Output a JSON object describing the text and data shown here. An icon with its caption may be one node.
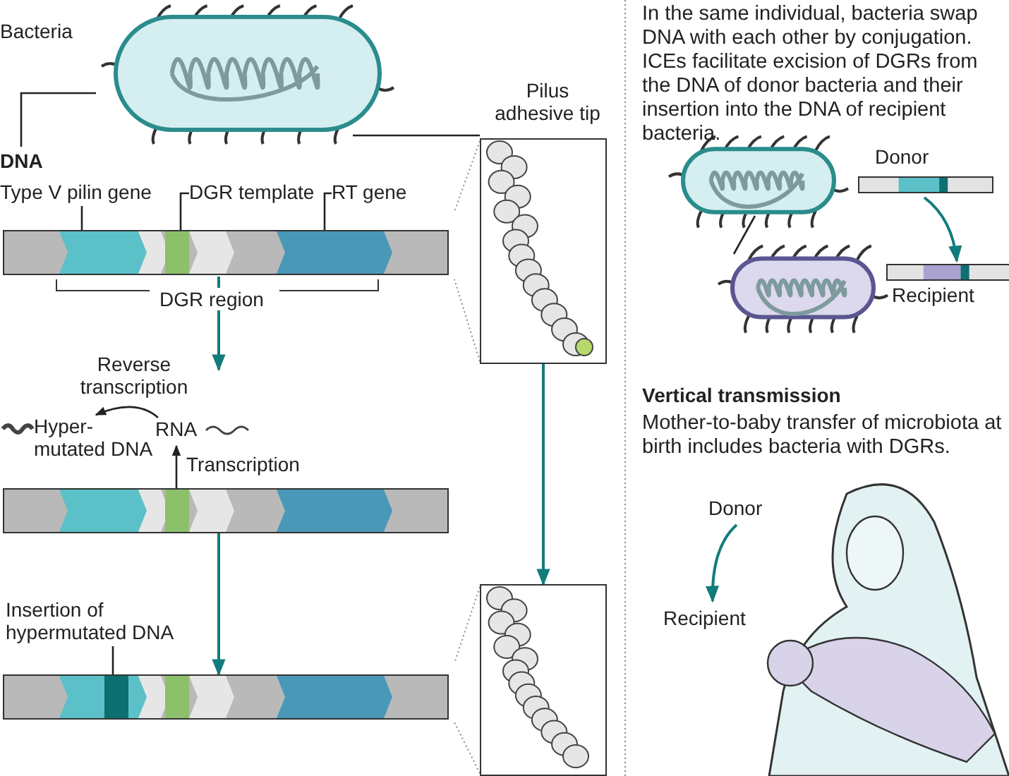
{
  "diagram": {
    "nodes": [
      {
        "text": [],
        "shape": "picture",
        "beside": [
          "Bacteria"
        ]
      },
      {
        "text": [
          "DNA"
        ]
      },
      {
        "text": [
          "Type V pilin gene"
        ]
      },
      {
        "text": [
          "DGR template"
        ]
      },
      {
        "text": [
          "RT gene"
        ]
      },
      {
        "text": [],
        "shape": "bar"
      },
      {
        "text": [],
        "shape": "picture",
        "beside": [
          "Pilus adhesive tip"
        ]
      },
      {
        "text": [
          "RNA"
        ]
      },
      {
        "text": [
          "Hyper- mutated DNA"
        ]
      },
      {
        "text": [],
        "shape": "bar"
      },
      {
        "text": [
          "Insertion of hypermutated DNA"
        ]
      },
      {
        "text": [],
        "shape": "bar"
      },
      {
        "text": [],
        "shape": "picture"
      },
      {
        "text": [],
        "shape": "picture"
      },
      {
        "text": [],
        "shape": "picture"
      },
      {
        "text": [],
        "shape": "bar",
        "beside": [
          "Donor"
        ]
      },
      {
        "text": [],
        "shape": "bar",
        "beside": [
          "Recipient"
        ]
      },
      {
        "text": [
          "Donor"
        ]
      },
      {
        "text": [
          "Recipient"
        ]
      }
    ],
    "edges": [
      {
        "from": 0,
        "to": 1,
        "arrow": "none"
      },
      {
        "from": 2,
        "to": 5,
        "arrow": "other"
      },
      {
        "from": 3,
        "to": 5,
        "arrow": "other"
      },
      {
        "from": 4,
        "to": 5,
        "arrow": "other"
      },
      {
        "from": 0,
        "to": 6,
        "arrow": "none"
      },
      {
        "from": 5,
        "to": null,
        "arrow": "to",
        "color": "#127c7c"
      },
      {
        "from": 9,
        "to": 7,
        "arrow": "to",
        "label": "Transcription"
      },
      {
        "from": 7,
        "to": 8,
        "arrow": "to",
        "label": "Reverse transcription"
      },
      {
        "from": 9,
        "to": 11,
        "arrow": "to",
        "color": "#127c7c"
      },
      {
        "from": 10,
        "to": 11,
        "arrow": "other"
      },
      {
        "from": 6,
        "to": 12,
        "arrow": "to",
        "color": "#127c7c"
      },
      {
        "from": 13,
        "to": 14,
        "arrow": "none"
      },
      {
        "from": 15,
        "to": 16,
        "arrow": "to",
        "color": "#127c7c"
      },
      {
        "from": 17,
        "to": 18,
        "arrow": "to",
        "color": "#127c7c"
      }
    ],
    "labels": [
      "DGR region",
      "In the same individual, bacteria swap DNA with each other by conjugation. ICEs facilitate excision of DGRs from the DNA of donor bacteria and their insertion into the DNA of recipient bacteria.",
      "Vertical transmission",
      "Mother-to-baby transfer of microbiota at birth includes bacteria with DGRs."
    ]
  }
}
